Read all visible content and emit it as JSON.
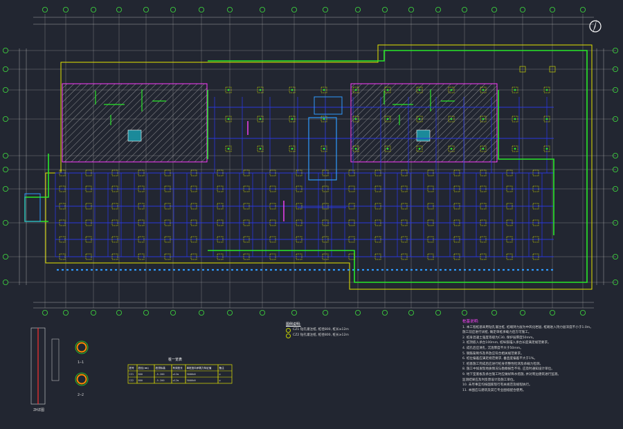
{
  "colors": {
    "background": "#222631",
    "grid": "#c8c8c8",
    "axis_bubble": "#3fe03f",
    "beam": "#2a38e0",
    "beam_light": "#2e9bff",
    "wall": "#28e828",
    "boundary": "#e6e600",
    "column": "#c8d400",
    "hatch": "#dddddd",
    "hatch_border": "#ff3cff",
    "magenta": "#ff44ff",
    "red": "#ff3030",
    "text": "#d9d9d9"
  },
  "north_arrow_icon": "north-arrow-icon",
  "legend": {
    "title": "图例说明:",
    "items": [
      "CZ1 钻孔灌注桩, 桩径800, 桩长≥12m",
      "CZ2 钻孔灌注桩, 桩径800, 桩长≥12m"
    ]
  },
  "detail": {
    "section_1": "1—1",
    "section_2": "2—2",
    "pile_label": "ZH详图",
    "table_title": "桩一览表",
    "table_headers": [
      "桩号",
      "桩径(mm)",
      "桩顶标高",
      "有效桩长",
      "单桩竖向承载力特征值",
      "备注"
    ],
    "table_rows": [
      [
        "CZ1",
        "800",
        "-5.200",
        "≥12m",
        "3000kN",
        "◎"
      ],
      [
        "CZ2",
        "800",
        "-5.200",
        "≥12m",
        "3000kN",
        "◎"
      ]
    ]
  },
  "notes": {
    "title": "桩基说明:",
    "lines": [
      "1. 本工程桩基采用钻孔灌注桩, 桩端持力层为中风化岩层, 桩端进入持力层深度不小于1.0m。",
      "   施工前应进行试桩, 确定单桩承载力后方可施工。",
      "2. 桩身混凝土强度等级为C30, 保护层厚度50mm。",
      "3. 桩顶嵌入承台100mm, 桩纵筋锚入承台长度满足规范要求。",
      "4. 成孔后应清孔, 沉渣厚度不大于50mm。",
      "5. 钢筋笼制作及吊放应符合相关规范要求。",
      "6. 桩位偏差应满足规范要求, 垂直度偏差不大于1%。",
      "7. 桩基施工完成后应进行桩身完整性检测及承载力检测。",
      "8. 施工中如发现地质情况与勘察报告不符, 应及时通知设计单位。",
      "9. 地下室底板及承台施工时应做好降水措施, 并对周边建筑进行监测。",
      "   监测结果应及时反馈设计及施工单位。",
      "10. 未尽事宜均按国家现行有关规范及规程执行。",
      "11. 本图应与建筑及其它专业图纸配合使用。"
    ]
  }
}
